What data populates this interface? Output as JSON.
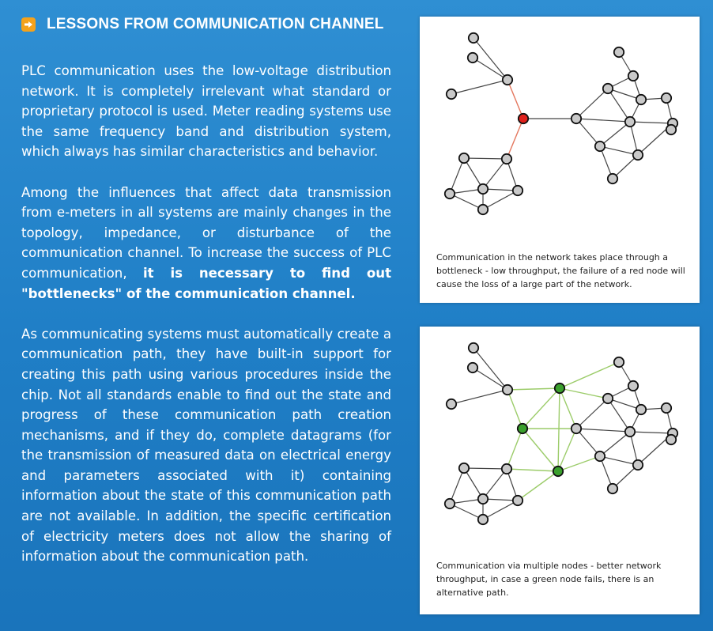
{
  "heading": {
    "icon": "arrow-right-icon",
    "title": "LESSONS FROM COMMUNICATION CHANNEL",
    "accent_color": "#f4a21c"
  },
  "body": {
    "p1": "PLC communication uses the low-voltage distribution network. It is completely irrelevant what standard or proprietary protocol is used. Meter reading systems use the same frequency band and distribution system, which always has similar characteristics and behavior.",
    "p2_intro": "Among the influences that affect data transmission from e-meters in all systems are mainly changes in the topology, impedance, or disturbance of the communication channel. To increase the success of PLC communication,",
    "p2_bold": "it is necessary to find out \"bottlenecks\" of the communication channel.",
    "p3": "As communicating systems must automatically create a communication path, they have built-in support for creating this path using various procedures inside the chip. Not all standards enable to find out the state and progress of these communication path creation mechanisms, and if they do, complete datagrams (for the transmission of measured data on electrical energy and parameters associated with it) containing information about the state of this communication path are not available. In addition, the specific certification of electricity meters does not allow the sharing of information about the communication path."
  },
  "figures": {
    "bottleneck": {
      "caption": "Communication in the network takes place through a bottleneck - low throughput, the failure of a red node will cause the loss of a large part of the network.",
      "highlight_color": "#e0201b",
      "link_color": "#e4775e"
    },
    "multipath": {
      "caption": "Communication via multiple nodes - better network throughput, in case a green node fails, there is an alternative path.",
      "highlight_color": "#3aa02c",
      "link_color": "#9ccc6a"
    },
    "node_color": "#c9c9c9"
  }
}
